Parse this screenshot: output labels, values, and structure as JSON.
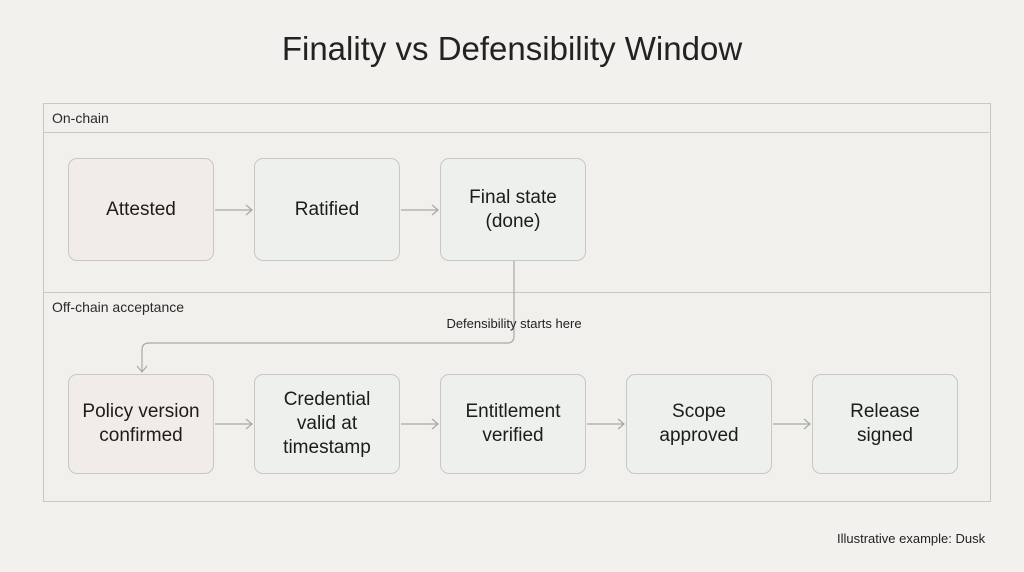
{
  "title": "Finality vs Defensibility Window",
  "lanes": {
    "on_chain": {
      "label": "On-chain",
      "nodes": [
        "Attested",
        "Ratified",
        "Final state\n(done)"
      ]
    },
    "off_chain": {
      "label": "Off-chain acceptance",
      "nodes": [
        "Policy version\nconfirmed",
        "Credential\nvalid at\ntimestamp",
        "Entitlement\nverified",
        "Scope\napproved",
        "Release\nsigned"
      ]
    }
  },
  "connector_label": "Defensibility starts here",
  "footer": "Illustrative example: Dusk",
  "colors": {
    "background": "#f3f1ed",
    "border": "#c9c7c2",
    "node_pink": "#f2ece8",
    "node_green": "#edf0ec",
    "arrow": "#a8a8a4"
  }
}
